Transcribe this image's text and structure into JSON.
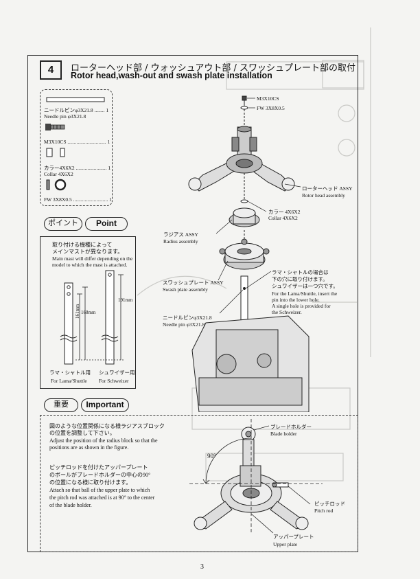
{
  "step": {
    "number": "4"
  },
  "title": {
    "jp": "ローターヘッド部 / ウォッシュアウト部 / スワッシュプレート部の取付",
    "en": "Rotor head,wash-out and swash plate installation"
  },
  "parts_list": {
    "needle_pin_jp": "ニードルピンφ3X21.8 ........ 1",
    "needle_pin_en": "Needle pin φ3X21.8",
    "m3x10cs": "M3X10CS .............................. 1",
    "collar_jp": "カラー4X6X2 ........................ 1",
    "collar_en": "Collar 4X6X2",
    "fw": "FW 3X8X0.5 ........................... 1"
  },
  "point": {
    "jp": "ポイント",
    "en": "Point"
  },
  "mast_note": {
    "jp_line1": "取り付ける機種によって",
    "jp_line2": "メインマストが異なります。",
    "en_line1": "Main mast will differ depending on the",
    "en_line2": "model to which the mast is attached.",
    "dim_161": "161mm",
    "dim_168": "168mm",
    "dim_191": "191mm",
    "lama_jp": "ラマ・シャトル用",
    "lama_en": "For Lama/Shuttle",
    "schweizer_jp": "シュワイザー用",
    "schweizer_en": "For Schweizer"
  },
  "important": {
    "jp": "重要",
    "en": "Important"
  },
  "important_note": {
    "jp1a": "図のような位置関係になる様ラジアスブロック",
    "jp1b": "の位置を調整して下さい。",
    "en1a": "Adjust the position of the radius block so that the",
    "en1b": "positions are as shown in the figure.",
    "jp2a": "ピッチロッドを付けたアッパープレート",
    "jp2b": "のボールがブレードホルダーの中心の90°",
    "jp2c": "の位置になる様に取り付けます。",
    "en2a": "Attach so that ball of the upper plate to which",
    "en2b": "the pitch rod was attached is at 90° to the center",
    "en2c": "of the blade holder.",
    "angle": "90°",
    "blade_holder_jp": "ブレードホルダー",
    "blade_holder_en": "Blade holder",
    "pitch_rod_jp": "ピッチロッド",
    "pitch_rod_en": "Pitch rod",
    "upper_plate_jp": "アッパープレート",
    "upper_plate_en": "Upper plate"
  },
  "callouts": {
    "m3x10cs": "M3X10CS",
    "fw": "FW 3X8X0.5",
    "rotor_head_jp": "ローターヘッド ASSY",
    "rotor_head_en": "Rotor head assembly",
    "collar_jp": "カラー 4X6X2",
    "collar_en": "Collar 4X6X2",
    "radius_jp": "ラジアス ASSY",
    "radius_en": "Radius assembly",
    "swash_jp": "スワッシュプレート ASSY",
    "swash_en": "Swash plate assembly",
    "needle_jp": "ニードルピンφ3X21.8",
    "needle_en": "Needle pin φ3X21.8",
    "lama_jp1": "ラマ・シャトルの場合は",
    "lama_jp2": "下の穴に取り付けます。",
    "lama_jp3": "シュワイザーは一つ穴です。",
    "lama_en1": "For the Lama/Shuttle, insert the",
    "lama_en2": "pin into the lower hole.",
    "lama_en3": "A single hole is provided for",
    "lama_en4": "the Schweizer."
  },
  "page_number": "3"
}
